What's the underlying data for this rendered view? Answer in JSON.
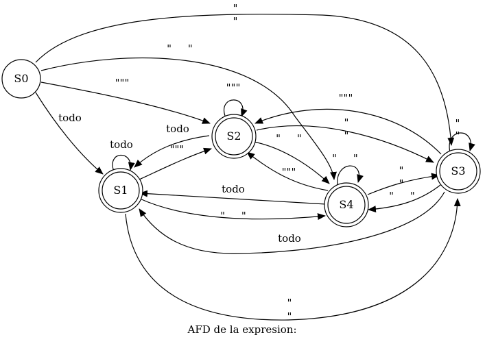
{
  "diagram": {
    "caption": "AFD de la expresion:",
    "states": [
      {
        "id": "S0",
        "label": "S0",
        "accepting": false
      },
      {
        "id": "S1",
        "label": "S1",
        "accepting": true
      },
      {
        "id": "S2",
        "label": "S2",
        "accepting": true
      },
      {
        "id": "S3",
        "label": "S3",
        "accepting": true
      },
      {
        "id": "S4",
        "label": "S4",
        "accepting": true
      }
    ],
    "transitions": [
      {
        "id": "t-s0-s3",
        "from": "S0",
        "to": "S3",
        "label": "\"\n\""
      },
      {
        "id": "t-s0-s4",
        "from": "S0",
        "to": "S4",
        "label": "\"     \""
      },
      {
        "id": "t-s0-s2",
        "from": "S0",
        "to": "S2",
        "label": "\"\"\""
      },
      {
        "id": "t-s0-s1",
        "from": "S0",
        "to": "S1",
        "label": "todo"
      },
      {
        "id": "t-s1-s1",
        "from": "S1",
        "to": "S1",
        "label": "todo"
      },
      {
        "id": "t-s2-s2",
        "from": "S2",
        "to": "S2",
        "label": "\"\"\""
      },
      {
        "id": "t-s2-s1",
        "from": "S2",
        "to": "S1",
        "label": "todo"
      },
      {
        "id": "t-s1-s2",
        "from": "S1",
        "to": "S2",
        "label": "\"\"\""
      },
      {
        "id": "t-s3-s2",
        "from": "S3",
        "to": "S2",
        "label": "\"\"\""
      },
      {
        "id": "t-s2-s3",
        "from": "S2",
        "to": "S3",
        "label": "\"\n\""
      },
      {
        "id": "t-s3-s3",
        "from": "S3",
        "to": "S3",
        "label": "\"\n\""
      },
      {
        "id": "t-s2-s4",
        "from": "S2",
        "to": "S4",
        "label": "\"     \""
      },
      {
        "id": "t-s4-s4",
        "from": "S4",
        "to": "S4",
        "label": "\"     \""
      },
      {
        "id": "t-s4-s2",
        "from": "S4",
        "to": "S2",
        "label": "\"\"\""
      },
      {
        "id": "t-s4-s3",
        "from": "S4",
        "to": "S3",
        "label": "\"\n\""
      },
      {
        "id": "t-s3-s4",
        "from": "S3",
        "to": "S4",
        "label": "\"     \""
      },
      {
        "id": "t-s4-s1",
        "from": "S4",
        "to": "S1",
        "label": "todo"
      },
      {
        "id": "t-s1-s4",
        "from": "S1",
        "to": "S4",
        "label": "\"     \""
      },
      {
        "id": "t-s3-s1",
        "from": "S3",
        "to": "S1",
        "label": "todo"
      },
      {
        "id": "t-s1-s3",
        "from": "S1",
        "to": "S3",
        "label": "\"\n\""
      }
    ]
  }
}
